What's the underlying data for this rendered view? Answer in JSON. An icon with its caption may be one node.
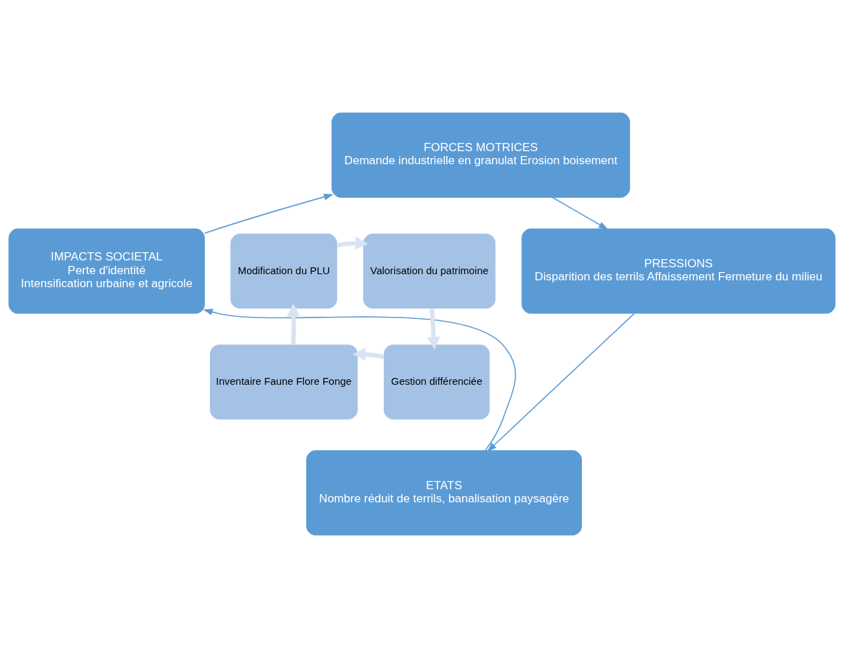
{
  "diagram": {
    "nodes": [
      {
        "text": [
          "FORCES MOTRICES",
          "Demande industrielle en granulat Erosion boisement"
        ]
      },
      {
        "text": [
          "PRESSIONS",
          "Disparition des terrils Affaissement Fermeture du milieu"
        ]
      },
      {
        "text": [
          "ETATS",
          "Nombre réduit de terrils, banalisation paysagère"
        ]
      },
      {
        "text": [
          "IMPACTS SOCIETAL",
          "Perte d'identité",
          "Intensification urbaine et agricole"
        ]
      },
      {
        "text": [
          "Modification du PLU"
        ]
      },
      {
        "text": [
          "Valorisation du patrimoine"
        ]
      },
      {
        "text": [
          "Gestion différenciée"
        ]
      },
      {
        "text": [
          "Inventaire Faune Flore Fonge"
        ]
      }
    ],
    "edges": [
      {
        "from": 0,
        "to": 1,
        "arrow": "to"
      },
      {
        "from": 1,
        "to": 2,
        "arrow": "to"
      },
      {
        "from": 2,
        "to": 3,
        "arrow": "to"
      },
      {
        "from": 3,
        "to": 0,
        "arrow": "to"
      },
      {
        "from": 4,
        "to": 5,
        "arrow": "to",
        "style": "thick",
        "color": "#dae3f3"
      },
      {
        "from": 5,
        "to": 6,
        "arrow": "to",
        "style": "thick",
        "color": "#dae3f3"
      },
      {
        "from": 6,
        "to": 7,
        "arrow": "to",
        "style": "thick",
        "color": "#dae3f3"
      },
      {
        "from": 7,
        "to": 4,
        "arrow": "to",
        "style": "thick",
        "color": "#dae3f3"
      }
    ]
  }
}
